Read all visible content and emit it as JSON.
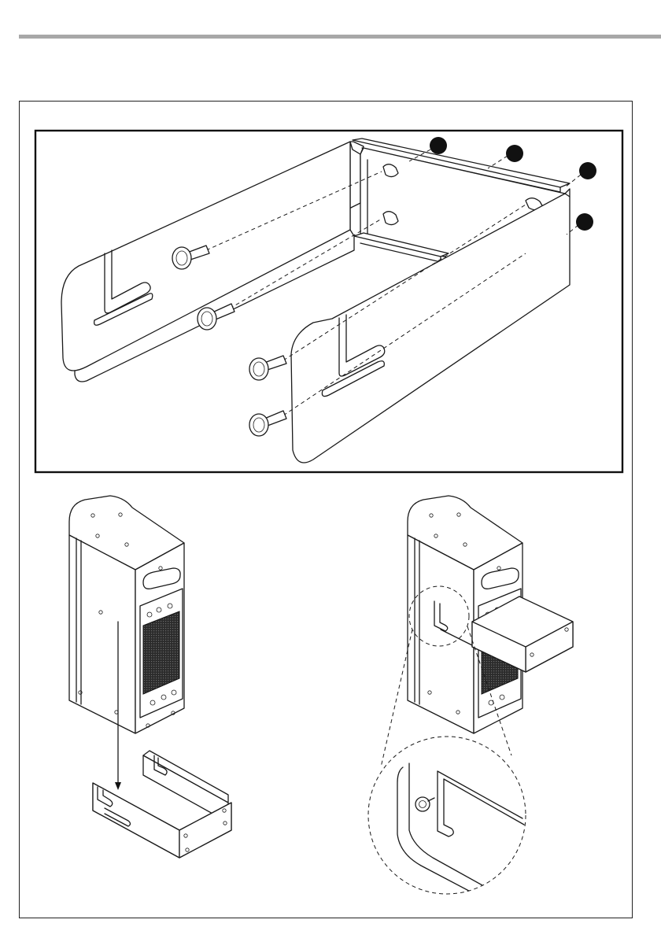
{
  "document": {
    "header_rule_color": "#a8a8a8",
    "line_color": "#1a1a1a",
    "callout_color": "#111111"
  },
  "figures": [
    {
      "name": "bracket-exploded-view"
    },
    {
      "name": "speaker-lowered-into-bracket"
    },
    {
      "name": "speaker-in-bracket-with-detail-view"
    }
  ]
}
